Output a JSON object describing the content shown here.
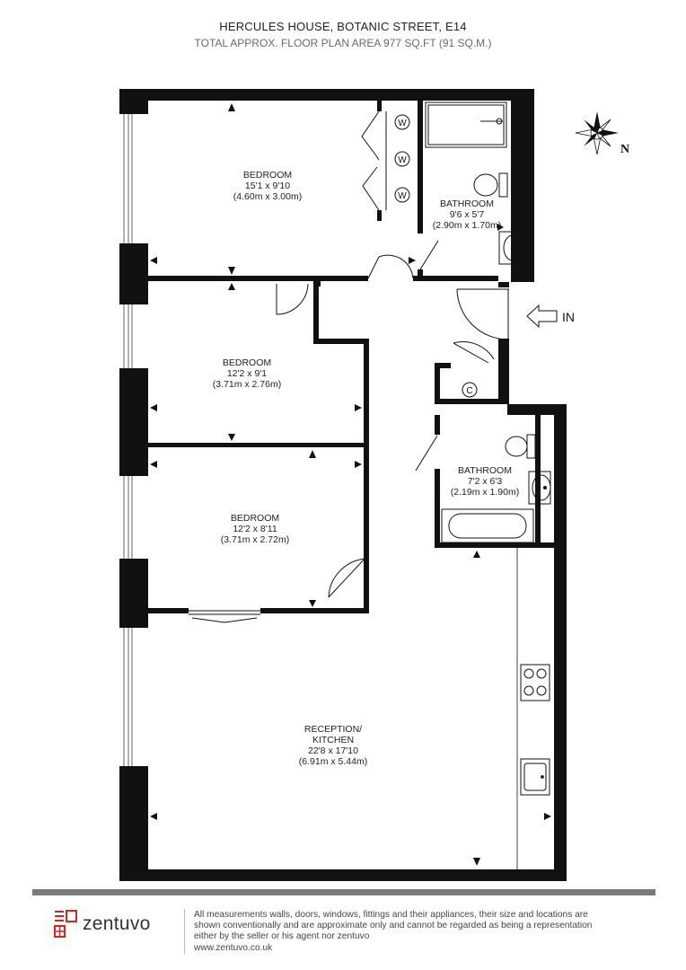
{
  "header": {
    "title": "HERCULES HOUSE, BOTANIC STREET, E14",
    "subtitle": "TOTAL APPROX. FLOOR PLAN AREA 977 SQ.FT (91 SQ.M.)"
  },
  "rooms": [
    {
      "name": "BEDROOM",
      "imperial": "15'1 x 9'10",
      "metric": "(4.60m x 3.00m)"
    },
    {
      "name": "BATHROOM",
      "imperial": "9'6 x 5'7",
      "metric": "(2.90m x 1.70m)"
    },
    {
      "name": "BEDROOM",
      "imperial": "12'2 x 9'1",
      "metric": "(3.71m x 2.76m)"
    },
    {
      "name": "BATHROOM",
      "imperial": "7'2 x 6'3",
      "metric": "(2.19m x 1.90m)"
    },
    {
      "name": "BEDROOM",
      "imperial": "12'2 x 8'11",
      "metric": "(3.71m x 2.72m)"
    },
    {
      "name": "RECEPTION/",
      "name2": "KITCHEN",
      "imperial": "22'8 x 17'10",
      "metric": "(6.91m x 5.44m)"
    }
  ],
  "fixtures": {
    "wardrobe_symbol": "W",
    "cupboard_symbol": "C"
  },
  "entrance_label": "IN",
  "compass_label": "N",
  "footer": {
    "brand": "zentuvo",
    "disclaimer_lines": [
      "All measurements walls, doors, windows, fittings and their appliances, their size and locations are",
      "shown conventionally and are approximate only and cannot be regarded as being a representation",
      "either by the seller or his agent nor zentuvo",
      "www.zentuvo.co.uk"
    ]
  },
  "colors": {
    "wall": "#111111",
    "brand_accent": "#d9261c",
    "footer_bar": "#7a7a7a"
  }
}
